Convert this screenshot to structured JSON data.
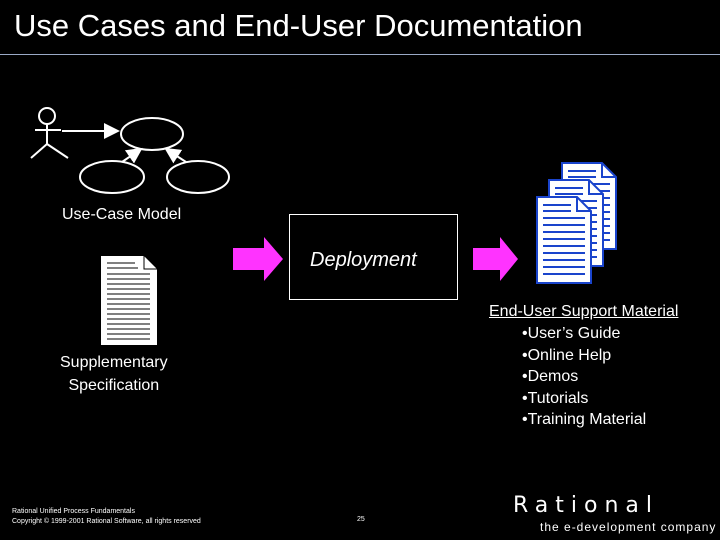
{
  "slide": {
    "title": "Use Cases and End-User Documentation",
    "use_case_model_label": "Use-Case Model",
    "supplementary_label_line1": "Supplementary",
    "supplementary_label_line2": "Specification",
    "deployment_label": "Deployment",
    "support_title": "End-User Support Material",
    "support_items": [
      "•User’s Guide",
      "•Online Help",
      "•Demos",
      "•Tutorials",
      "•Training Material"
    ],
    "footer_line1": "Rational Unified Process Fundamentals",
    "footer_line2": "Copyright © 1999-2001 Rational Software, all rights reserved",
    "page_number": "25",
    "brand_word": "Rational",
    "brand_tagline": "the e-development company"
  },
  "colors": {
    "background": "#000000",
    "arrow": "#ff33ff",
    "document_blue": "#1a44cc",
    "text": "#ffffff"
  }
}
